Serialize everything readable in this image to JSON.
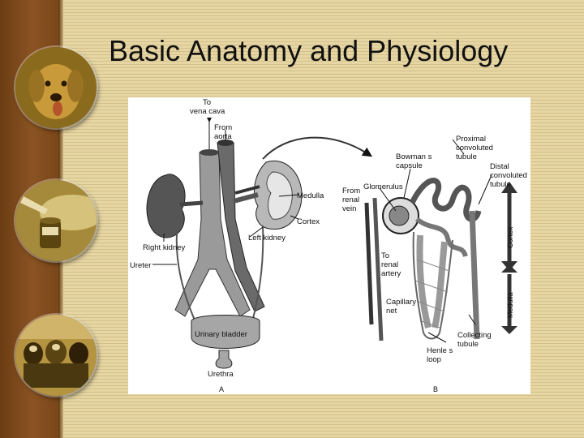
{
  "slide": {
    "title": "Basic Anatomy and Physiology"
  },
  "sidebar": {
    "images": [
      {
        "icon": "dog-photo-icon"
      },
      {
        "icon": "lab-sample-photo-icon"
      },
      {
        "icon": "cattle-photo-icon"
      }
    ]
  },
  "diagram": {
    "panel_a": "A",
    "panel_b": "B",
    "labels": {
      "to_vena_cava_1": "To",
      "to_vena_cava_2": "vena cava",
      "from_aorta_1": "From",
      "from_aorta_2": "aorta",
      "medulla": "Medulla",
      "cortex": "Cortex",
      "right_kidney": "Right kidney",
      "left_kidney": "Left kidney",
      "ureter": "Ureter",
      "urinary_bladder": "Urinary bladder",
      "urethra": "Urethra",
      "bowmans_capsule_1": "Bowman  s",
      "bowmans_capsule_2": "capsule",
      "proximal_1": "Proximal",
      "proximal_2": "convoluted",
      "proximal_3": "tubule",
      "distal_1": "Distal",
      "distal_2": "convoluted",
      "distal_3": "tubule",
      "glomerulus": "Glomerulus",
      "from_renal_vein_1": "From",
      "from_renal_vein_2": "renal",
      "from_renal_vein_3": "vein",
      "to_renal_artery_1": "To",
      "to_renal_artery_2": "renal",
      "to_renal_artery_3": "artery",
      "capillary_net_1": "Capillary",
      "capillary_net_2": "net",
      "collecting_tubule_1": "Collecting",
      "collecting_tubule_2": "tubule",
      "henles_loop_1": "Henle  s",
      "henles_loop_2": "loop",
      "cortex_side": "Cortex",
      "medulla_side": "Medulla"
    }
  }
}
